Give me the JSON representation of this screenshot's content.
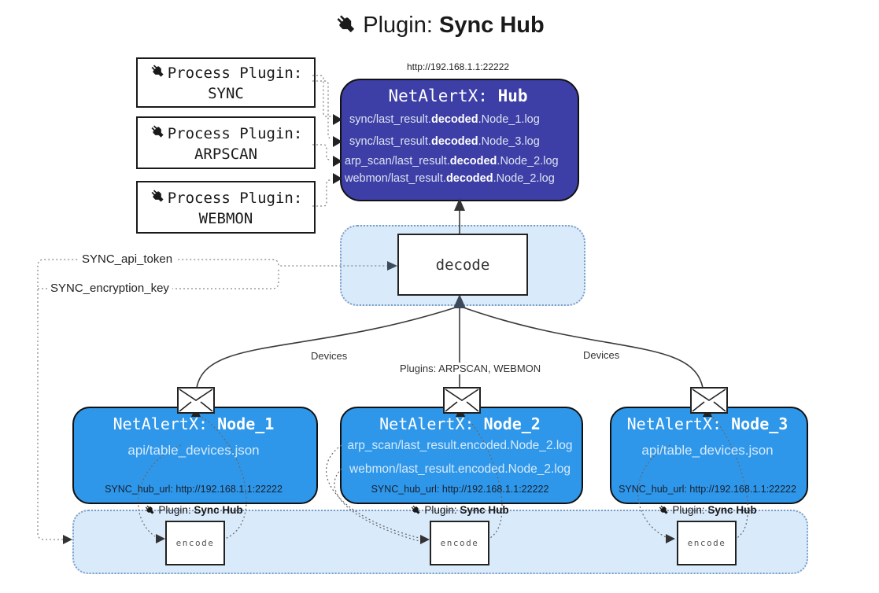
{
  "title": {
    "prefix": "Plugin: ",
    "name": "Sync Hub"
  },
  "hub": {
    "url": "http://192.168.1.1:22222",
    "name_prefix": "NetAlertX: ",
    "name": "Hub",
    "logs": [
      {
        "pre": "sync/last_result.",
        "bold": "decoded",
        "post": ".Node_1.log"
      },
      {
        "pre": "sync/last_result.",
        "bold": "decoded",
        "post": ".Node_3.log"
      },
      {
        "pre": "arp_scan/last_result.",
        "bold": "decoded",
        "post": ".Node_2.log"
      },
      {
        "pre": "webmon/last_result.",
        "bold": "decoded",
        "post": ".Node_2.log"
      }
    ]
  },
  "process_plugins": [
    {
      "label": "Process Plugin:",
      "name": "SYNC"
    },
    {
      "label": "Process Plugin:",
      "name": "ARPSCAN"
    },
    {
      "label": "Process Plugin:",
      "name": "WEBMON"
    }
  ],
  "decode": {
    "label": "decode"
  },
  "settings": {
    "api_token": "SYNC_api_token",
    "encryption_key": "SYNC_encryption_key"
  },
  "edge_labels": {
    "devices_left": "Devices",
    "plugins_mid": "Plugins: ARPSCAN, WEBMON",
    "devices_right": "Devices"
  },
  "nodes": [
    {
      "name_prefix": "NetAlertX: ",
      "name": "Node_1",
      "files": [
        "api/table_devices.json"
      ],
      "hub_url": "SYNC_hub_url: http://192.168.1.1:22222"
    },
    {
      "name_prefix": "NetAlertX: ",
      "name": "Node_2",
      "files": [
        "arp_scan/last_result.encoded.Node_2.log",
        "webmon/last_result.encoded.Node_2.log"
      ],
      "hub_url": "SYNC_hub_url: http://192.168.1.1:22222"
    },
    {
      "name_prefix": "NetAlertX: ",
      "name": "Node_3",
      "files": [
        "api/table_devices.json"
      ],
      "hub_url": "SYNC_hub_url: http://192.168.1.1:22222"
    }
  ],
  "encoders": [
    {
      "label_prefix": "Plugin: ",
      "label_name": "Sync Hub",
      "box": "encode"
    },
    {
      "label_prefix": "Plugin: ",
      "label_name": "Sync Hub",
      "box": "encode"
    },
    {
      "label_prefix": "Plugin: ",
      "label_name": "Sync Hub",
      "box": "encode"
    }
  ],
  "colors": {
    "hub_bg": "#3d3fa6",
    "node_bg": "#2f97ea",
    "panel_bg": "#d9eafb",
    "panel_border": "#7d9ec4",
    "line_dark": "#3a3a3a",
    "arrow_navy": "#3c4a5c"
  }
}
